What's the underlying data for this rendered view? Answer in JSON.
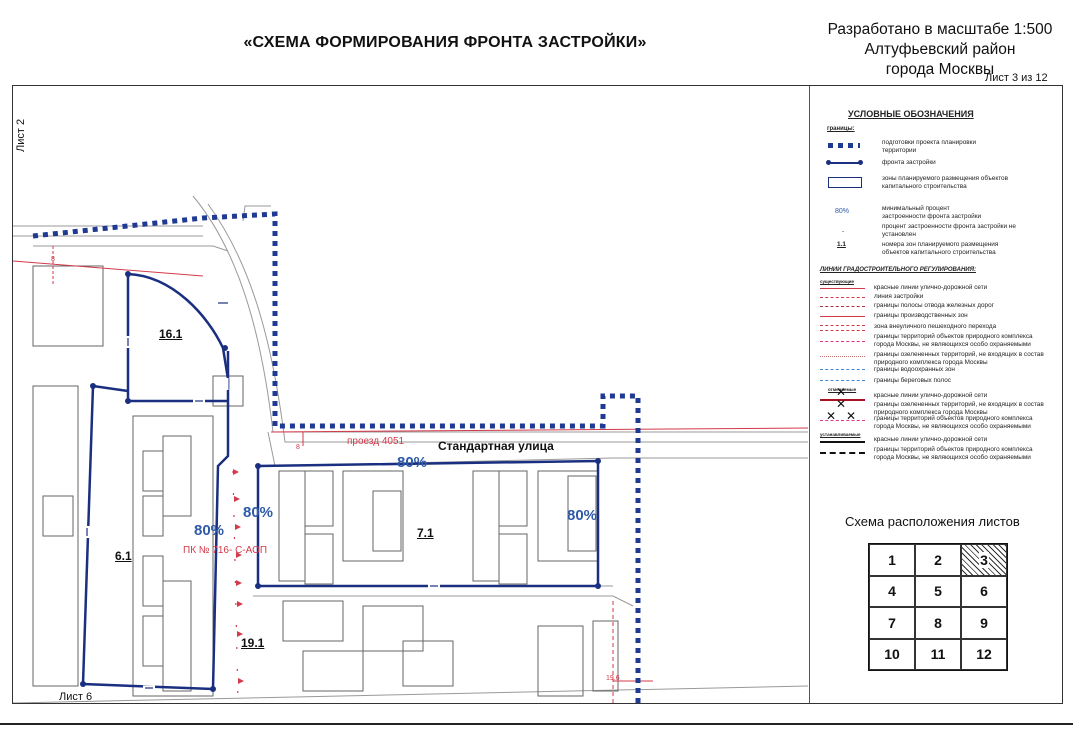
{
  "header": {
    "title": "«СХЕМА ФОРМИРОВАНИЯ ФРОНТА ЗАСТРОЙКИ»",
    "scale_line1": "Разработано в масштабе 1:500",
    "scale_line2": "Алтуфьевский район",
    "scale_line3": "города Москвы",
    "sheet_of": "Лист 3 из 12"
  },
  "map": {
    "sheet_ref_left": "Лист 2",
    "sheet_ref_bottom": "Лист 6",
    "street_name": "Стандартная улица",
    "passage_name": "проезд 4051",
    "pk_label": "ПК № 716- С-АОП",
    "zones": [
      "16.1",
      "6.1",
      "7.1",
      "19.1"
    ],
    "percent_top": "80%",
    "percent_left": "80%",
    "percent_mid": "80%",
    "percent_right": "80%",
    "small_label_a": "8",
    "small_label_b": "19.6",
    "small_label_c": "8"
  },
  "legend": {
    "title": "УСЛОВНЫЕ ОБОЗНАЧЕНИЯ",
    "borders_head": "границы:",
    "b1": "подготовки проекта планировки территории",
    "b2": "фронта застройки",
    "b3": "зоны планируемого размещения объектов капитального строительства",
    "pct_sym": "80%",
    "pct_text": "минимальный процент застроенности фронта застройки",
    "dash_sym": "-",
    "dash_text": "процент застроенности фронта застройки не установлен",
    "num_sym": "1.1",
    "num_text": "номера зон планируемого размещения объектов капитального строительства",
    "lines_head": "ЛИНИИ ГРАДОСТРОИТЕЛЬНОГО РЕГУЛИРОВАНИЯ:",
    "existing_head": "существующие",
    "l1": "красные линии улично-дорожной сети",
    "l2": "линия застройки",
    "l3": "границы полосы отвода железных дорог",
    "l4": "границы производственных зон",
    "l5": "зона внеуличного пешеходного перехода",
    "l6": "границы территорий объектов природного комплекса города Москвы, не являющихся особо охраняемыми",
    "l7": "границы озелененных территорий, не входящих в состав природного комплекса города Москвы",
    "l8": "границы водоохранных зон",
    "l9": "границы береговых полос",
    "cancel_head": "отменяемые",
    "c1": "красные линии улично-дорожной сети",
    "c2": "границы озелененных территорий, не входящих в состав природного комплекса города Москвы",
    "c3": "границы территорий объектов природного комплекса города Москвы, не являющихся особо охраняемыми",
    "establish_head": "устанавливаемые",
    "e1": "красные линии улично-дорожной сети",
    "e2": "границы территорий объектов природного комплекса города Москвы, не являющихся особо охраняемыми"
  },
  "sheets": {
    "title": "Схема расположения листов",
    "cells": [
      "1",
      "2",
      "3",
      "4",
      "5",
      "6",
      "7",
      "8",
      "9",
      "10",
      "11",
      "12"
    ],
    "active": "3"
  },
  "colors": {
    "boundary": "#1f3a93",
    "front": "#1a2f80",
    "red": "#d33a4a",
    "percent": "#2f5aa8"
  }
}
